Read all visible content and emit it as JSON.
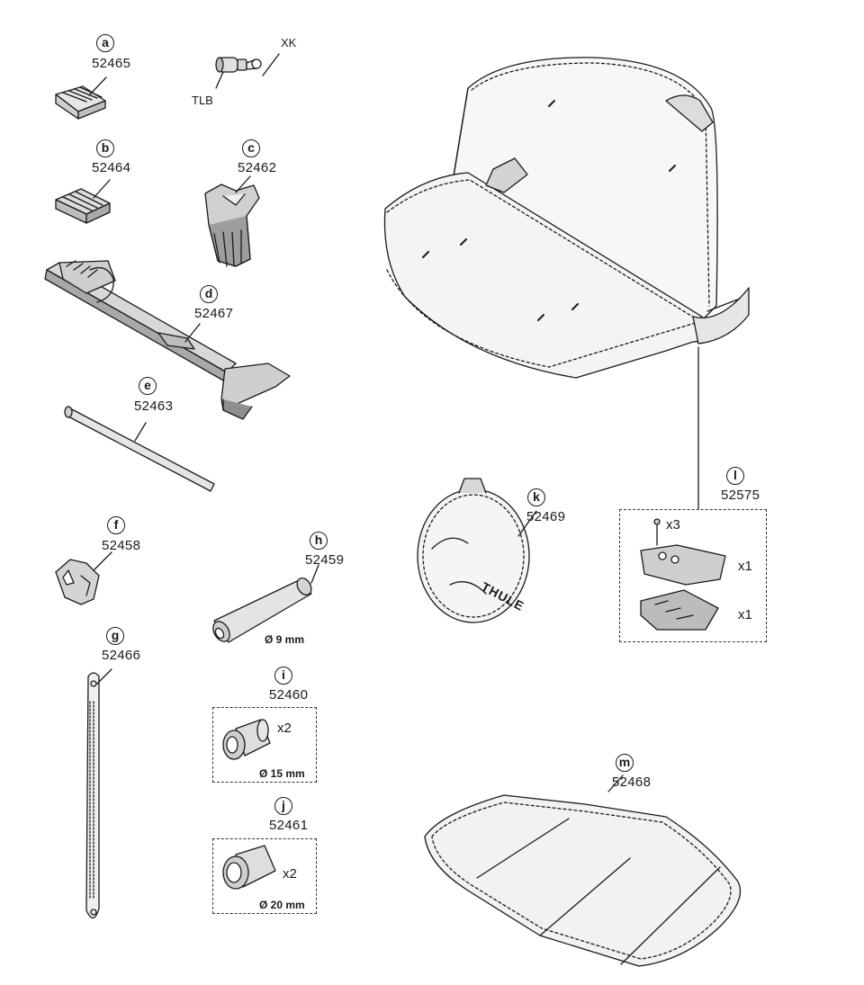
{
  "parts": [
    {
      "letter": "a",
      "number": "52465"
    },
    {
      "letter": "b",
      "number": "52464"
    },
    {
      "letter": "c",
      "number": "52462"
    },
    {
      "letter": "d",
      "number": "52467"
    },
    {
      "letter": "e",
      "number": "52463"
    },
    {
      "letter": "f",
      "number": "52458"
    },
    {
      "letter": "g",
      "number": "52466"
    },
    {
      "letter": "h",
      "number": "52459",
      "dimension": "Ø 9 mm"
    },
    {
      "letter": "i",
      "number": "52460",
      "quantity": "x2",
      "dimension": "Ø 15 mm"
    },
    {
      "letter": "j",
      "number": "52461",
      "quantity": "x2",
      "dimension": "Ø 20 mm"
    },
    {
      "letter": "k",
      "number": "52469",
      "brand": "THULE"
    },
    {
      "letter": "l",
      "number": "52575",
      "quantities": [
        "x3",
        "x1",
        "x1"
      ]
    },
    {
      "letter": "m",
      "number": "52468"
    }
  ],
  "lock_labels": {
    "key": "XK",
    "cylinder": "TLB"
  }
}
